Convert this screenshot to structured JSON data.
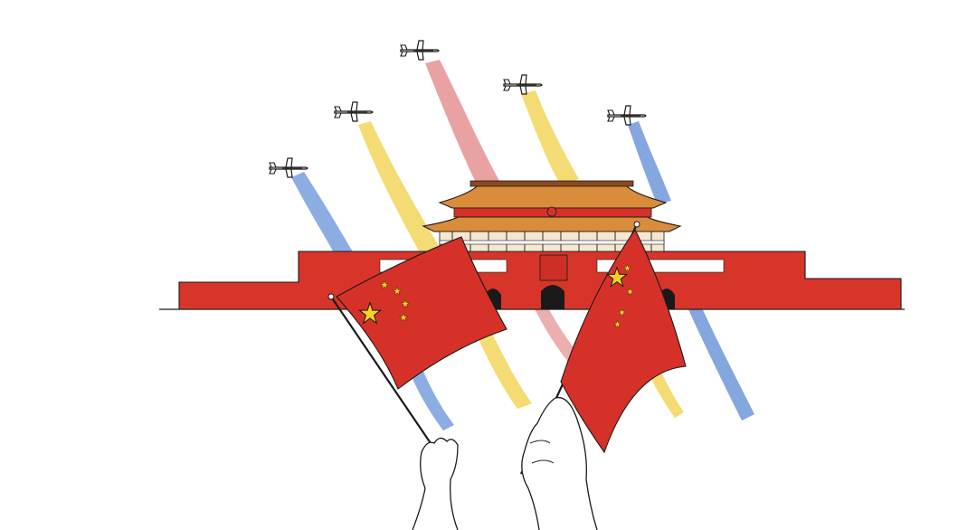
{
  "scene": {
    "subject": "tiananmen-gate-illustration",
    "colors": {
      "background": "#ffffff",
      "wall_red": "#d8352a",
      "flag_red": "#d63128",
      "star_yellow": "#f6d31b",
      "roof_orange": "#d98c3a",
      "roof_dark": "#8a4a1e",
      "trail_red": "#e07a7a",
      "trail_yellow": "#f2d55a",
      "trail_blue": "#6f98db",
      "ink": "#1a1a1a"
    },
    "planes": [
      {
        "name": "plane-1",
        "trail_color": "trail_blue"
      },
      {
        "name": "plane-2",
        "trail_color": "trail_yellow"
      },
      {
        "name": "plane-3",
        "trail_color": "trail_red"
      },
      {
        "name": "plane-4",
        "trail_color": "trail_yellow"
      },
      {
        "name": "plane-5",
        "trail_color": "trail_blue"
      }
    ],
    "flags": [
      {
        "name": "left-flag",
        "stars": 5
      },
      {
        "name": "right-flag",
        "stars": 5
      }
    ]
  }
}
